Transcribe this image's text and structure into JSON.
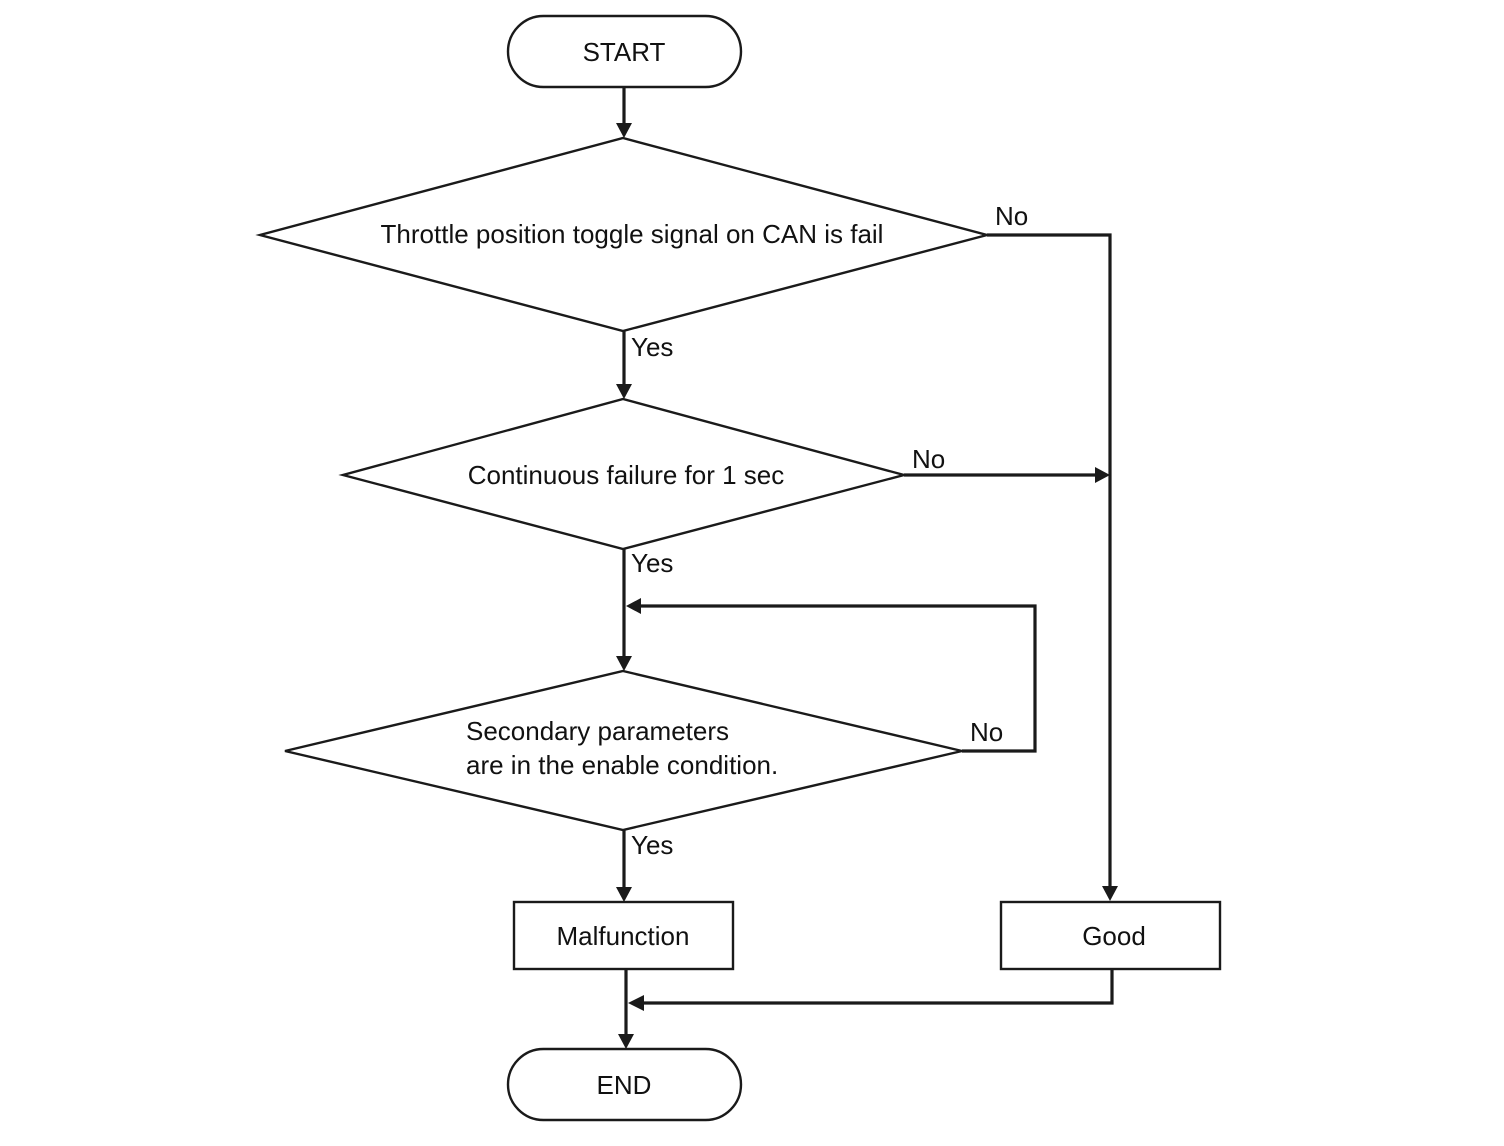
{
  "nodes": {
    "start": "START",
    "decision1": "Throttle position toggle signal on CAN is fail",
    "decision2": "Continuous failure for 1 sec",
    "decision3_line1": "Secondary parameters",
    "decision3_line2": "are in the enable condition.",
    "malfunction": "Malfunction",
    "good": "Good",
    "end": "END"
  },
  "edge_labels": {
    "d1_yes": "Yes",
    "d1_no": "No",
    "d2_yes": "Yes",
    "d2_no": "No",
    "d3_yes": "Yes",
    "d3_no": "No"
  },
  "colors": {
    "line": "#1a1a1a",
    "background": "#ffffff"
  }
}
